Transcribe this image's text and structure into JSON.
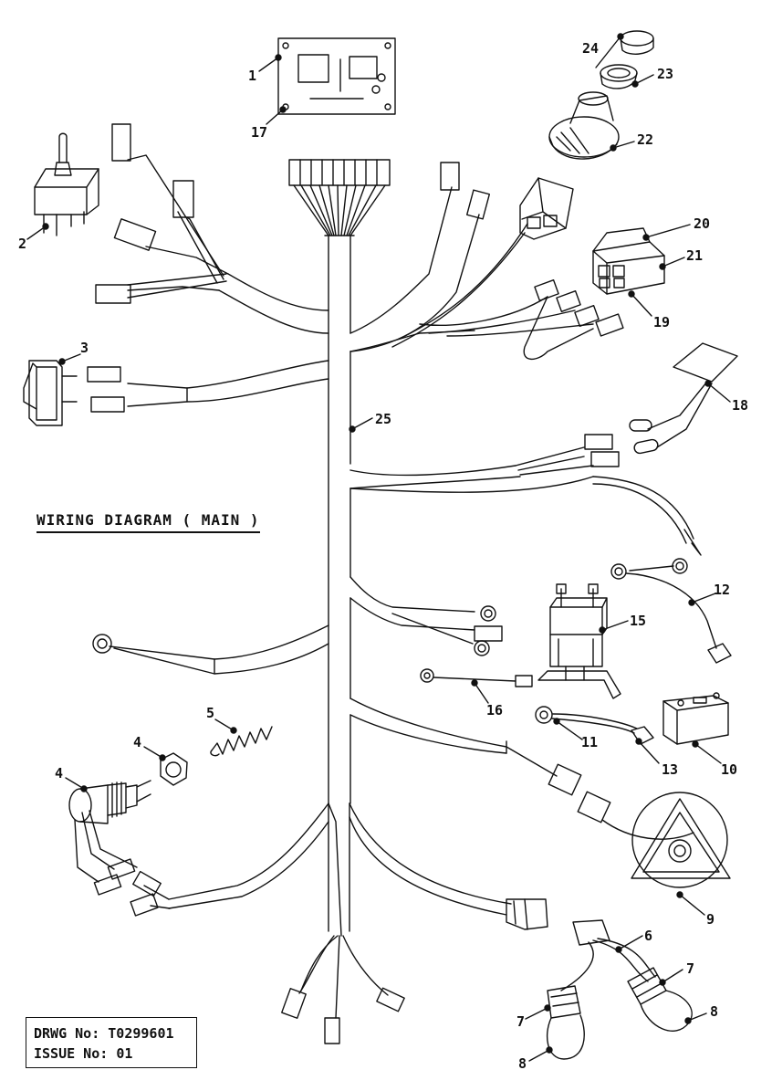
{
  "title": "WIRING DIAGRAM ( MAIN )",
  "title_block": {
    "drawing_label": "DRWG No:",
    "drawing_no": "T0299601",
    "issue_label": "ISSUE No:",
    "issue_no": "01"
  },
  "callouts": {
    "c1": "1",
    "c2": "2",
    "c3": "3",
    "c4a": "4",
    "c4b": "4",
    "c5": "5",
    "c6": "6",
    "c7a": "7",
    "c7b": "7",
    "c8a": "8",
    "c8b": "8",
    "c9": "9",
    "c10": "10",
    "c11": "11",
    "c12": "12",
    "c13": "13",
    "c15": "15",
    "c16": "16",
    "c17": "17",
    "c18": "18",
    "c19": "19",
    "c20": "20",
    "c21": "21",
    "c22": "22",
    "c23": "23",
    "c24": "24",
    "c25": "25"
  }
}
